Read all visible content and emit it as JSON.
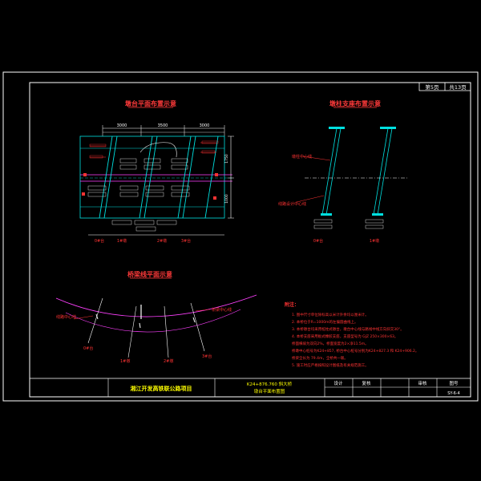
{
  "sheet": {
    "page_label": "第5页",
    "total_label": "共13页"
  },
  "title_block": {
    "project": "湘江开发高铁联公路项目",
    "drawing_line1": "K24+876.760 斜大桥",
    "drawing_line2": "墩台平面布置图",
    "headers": [
      "设计",
      "复核",
      "审核",
      "图号"
    ],
    "drawing_no": "SY-6-4"
  },
  "views": {
    "plan_title": "墩台平面布置示意",
    "support_title": "墩柱支座布置示意",
    "curve_title": "桥梁线平面示意"
  },
  "plan_dims": {
    "top": [
      "3000",
      "3500",
      "3000"
    ],
    "right": [
      "1750",
      "1000"
    ]
  },
  "notes": {
    "heading": "附注：",
    "items": [
      "1. 图中尺寸单位除标高以米计外余均以厘米计。",
      "2. 本桥位于R=1000m的左偏圆曲线上。",
      "3. 本桥墩台均采用桩柱式墩台，墩台中心线与路线中线方向斜交30°。",
      "4. 本桥支座采用板式橡胶支座，支座型号为 GJZ 250×300×63。",
      "   桥面横坡为双向2%，桥面宽度为2×净11.5m。",
      "   桥墩中心桩号为K24+857, 桥台中心桩号分别为K24+827.3 和 K24+906.2。",
      "   桥梁全长为 79.4m，全桥共一联。",
      "5. 施工时应严格按照设计图纸及有关规范施工。"
    ]
  },
  "axis_labels": [
    "0#台",
    "1#墩",
    "2#墩",
    "3#台"
  ],
  "support_labels": {
    "axis_left": "0#台",
    "axis_right": "1#墩",
    "centerline": "墩柱中心线",
    "road_center": "线路设计中心线"
  },
  "curve_labels": {
    "road_center": "线路中心线",
    "bridge_line": "桥梁中心线"
  },
  "colors": {
    "frame": "#ffffff",
    "title_red": "#ff3a3a",
    "note_yellow": "#ffff00",
    "axis_cyan": "#00e0e0",
    "pier_magenta": "#ff40ff",
    "label_red": "#ff3333"
  }
}
